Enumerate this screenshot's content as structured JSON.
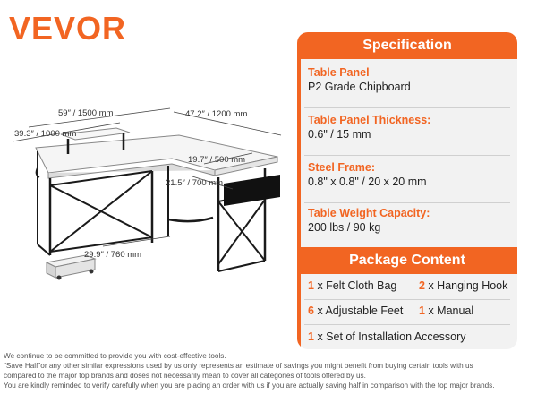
{
  "brand": {
    "logo_text": "VEVOR",
    "accent": "#f26522"
  },
  "illustration": {
    "dims": {
      "width_total": "59″ / 1500 mm",
      "depth_total": "47.2″ / 1200 mm",
      "shelf_width": "39.3″ / 1000 mm",
      "side_depth": "19.7″ / 500 mm",
      "side_width": "21.5″ / 700 mm",
      "height": "29.9″ / 760 mm"
    }
  },
  "specification": {
    "title": "Specification",
    "items": [
      {
        "label": "Table Panel",
        "value": "P2 Grade Chipboard"
      },
      {
        "label": "Table Panel Thickness:",
        "value": "0.6\" / 15 mm"
      },
      {
        "label": "Steel Frame:",
        "value": "0.8\" x 0.8\" / 20 x 20 mm"
      },
      {
        "label": "Table Weight Capacity:",
        "value": "200 lbs / 90 kg"
      }
    ]
  },
  "package": {
    "title": "Package Content",
    "items": [
      {
        "qty": "1",
        "text": "x Felt Cloth Bag"
      },
      {
        "qty": "2",
        "text": "x Hanging Hook"
      },
      {
        "qty": "6",
        "text": "x Adjustable Feet"
      },
      {
        "qty": "1",
        "text": "x Manual"
      },
      {
        "qty": "1",
        "text": "x Set of Installation Accessory"
      }
    ]
  },
  "disclaimer": [
    "We continue to be committed to provide you with cost-effective tools.",
    "\"Save Half\"or any other similar expressions used by us only represents an estimate of savings you might benefit from buying certain tools with us",
    "compared to the major top brands and doses not necessarily mean to cover all categories of tools offered by us.",
    "You are kindly reminded to verify carefully when you are placing an order with us if you are actually saving half in comparison with the top major brands."
  ]
}
